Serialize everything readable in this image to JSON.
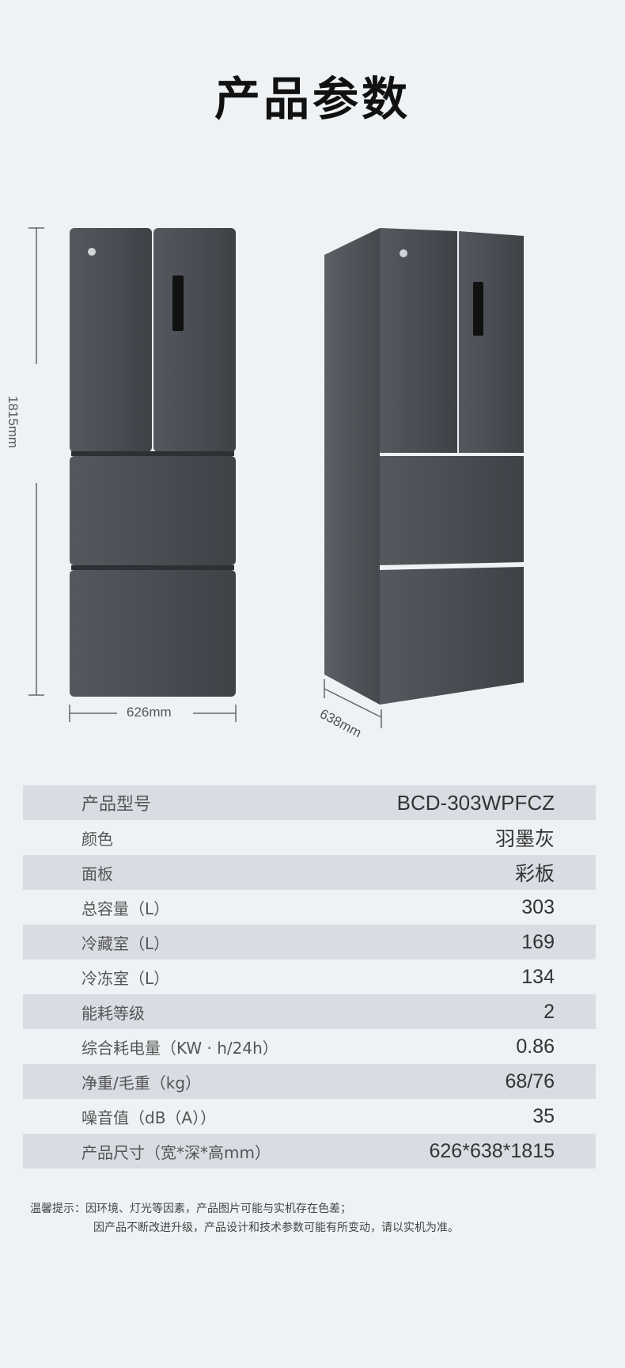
{
  "header": {
    "title": "产品参数"
  },
  "dimensions": {
    "height": "1815mm",
    "width": "626mm",
    "depth": "638mm"
  },
  "specs": [
    {
      "label": "产品型号",
      "value": "BCD-303WPFCZ"
    },
    {
      "label": "颜色",
      "value": "羽墨灰"
    },
    {
      "label": "面板",
      "value": "彩板"
    },
    {
      "label": "总容量（L）",
      "value": "303"
    },
    {
      "label": "冷藏室（L）",
      "value": "169"
    },
    {
      "label": "冷冻室（L）",
      "value": "134"
    },
    {
      "label": "能耗等级",
      "value": "2"
    },
    {
      "label": "综合耗电量（KW · h/24h）",
      "value": "0.86"
    },
    {
      "label": "净重/毛重（kg）",
      "value": "68/76"
    },
    {
      "label": "噪音值（dB（A））",
      "value": "35"
    },
    {
      "label": "产品尺寸（宽*深*高mm）",
      "value": "626*638*1815"
    }
  ],
  "note": {
    "line1": "温馨提示：因环境、灯光等因素，产品图片可能与实机存在色差；",
    "line2": "因产品不断改进升级，产品设计和技术参数可能有所变动，请以实机为准。"
  },
  "colors": {
    "background": "#eef2f4",
    "row_shade": "#d9dce3",
    "fridge": "#4a4d53"
  }
}
